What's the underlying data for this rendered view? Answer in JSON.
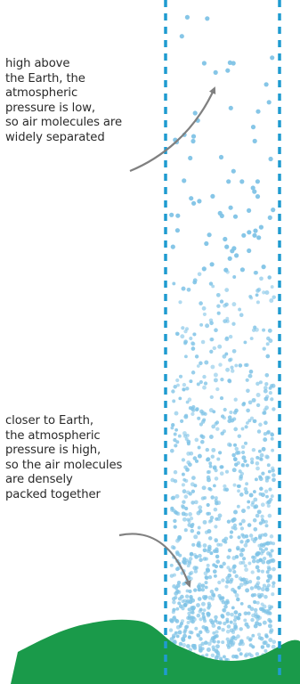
{
  "annotations": {
    "top": {
      "lines": [
        "high above",
        "the Earth, the",
        "atmospheric",
        "pressure is low,",
        "so air molecules are",
        "widely separated"
      ]
    },
    "bottom": {
      "lines": [
        "closer to Earth,",
        "the atmospheric",
        "pressure is high,",
        "so the air molecules",
        "are densely",
        "packed together"
      ]
    }
  },
  "colors": {
    "column_border": "#1f9bd0",
    "molecule": "#7fc3e6",
    "ground": "#1a9a4a",
    "arrow": "#808080",
    "text": "#2a2a2a"
  },
  "icons": {
    "arrow_top": "curved-arrow-icon",
    "arrow_bottom": "curved-arrow-icon"
  }
}
